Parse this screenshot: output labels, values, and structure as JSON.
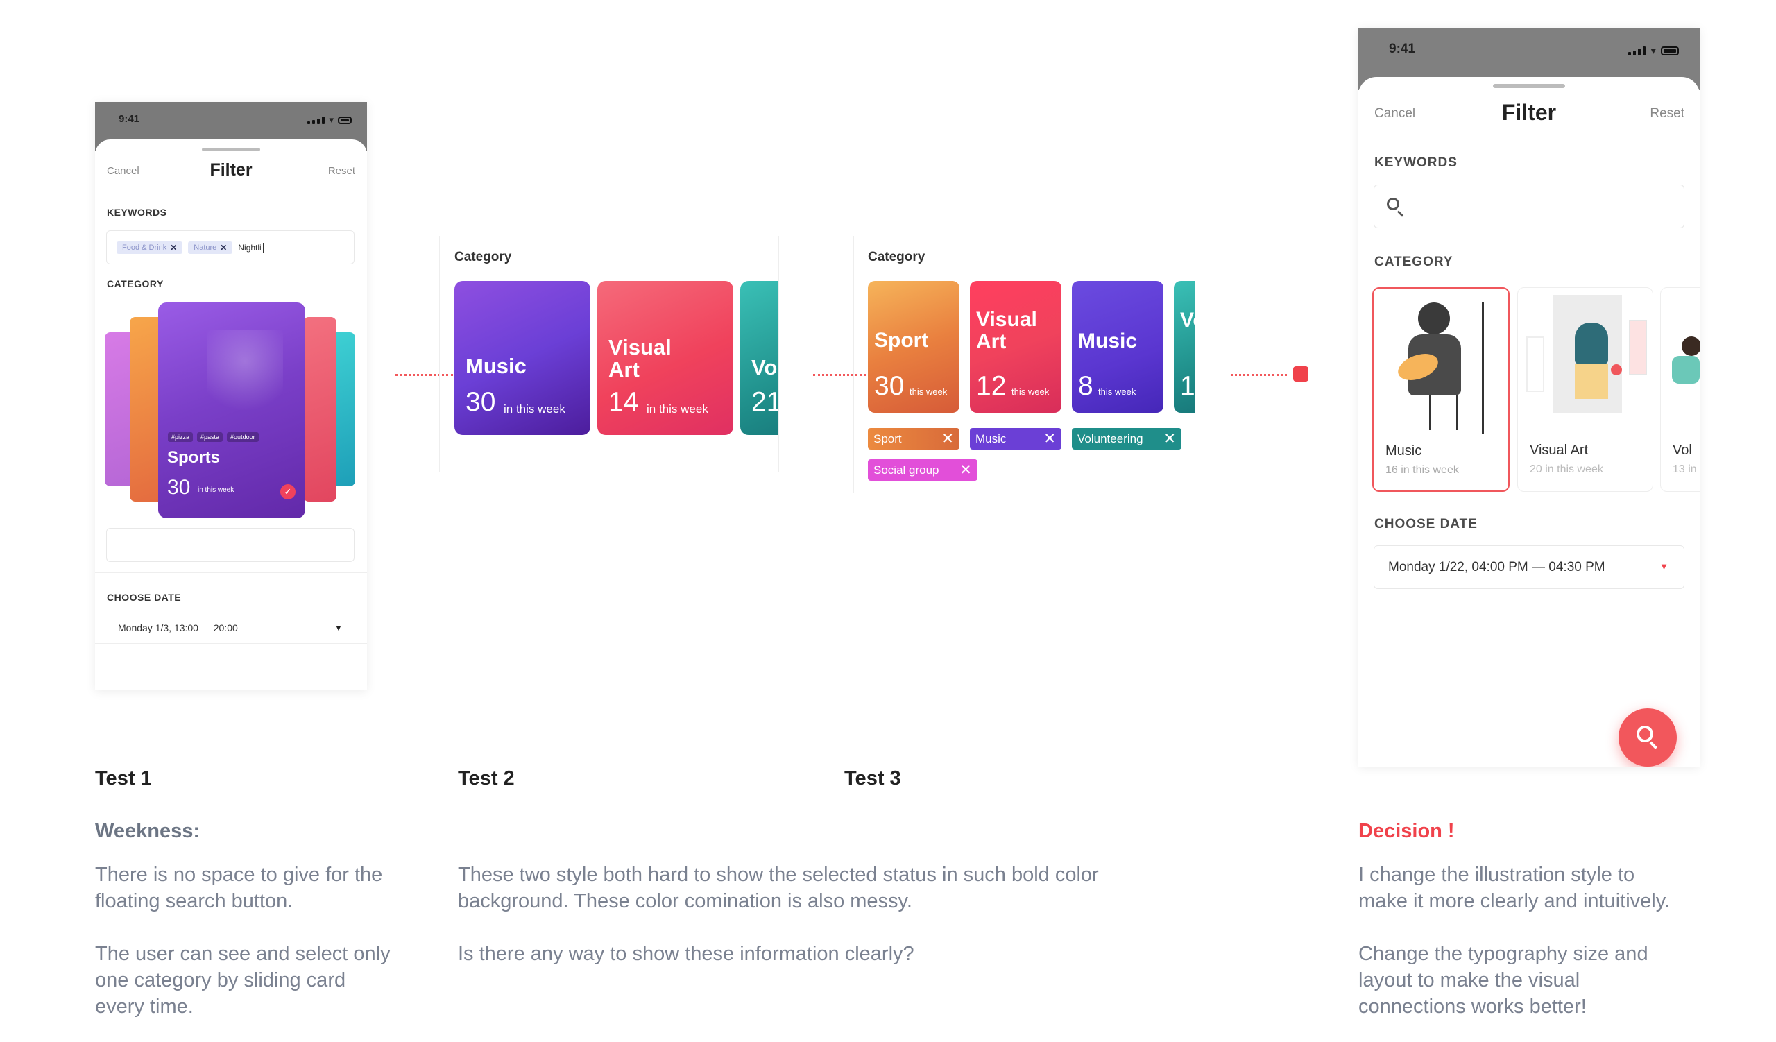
{
  "colors": {
    "accent": "#f2575c",
    "music": "#6b3fd6",
    "visual_art": "#f0425c",
    "volunteering": "#1f8e8a",
    "social_group": "#e24fd9",
    "text_gray": "#7a8190",
    "weakness_label": "#6c7584",
    "decision_label": "#f0424b"
  },
  "test1": {
    "status_time": "9:41",
    "cancel": "Cancel",
    "title": "Filter",
    "reset": "Reset",
    "keywords_label": "KEYWORDS",
    "keyword_chips": [
      "Food & Drink",
      "Nature"
    ],
    "keyword_input": "Nightli",
    "category_label": "CATEGORY",
    "card": {
      "hashtags": [
        "#pizza",
        "#pasta",
        "#outdoor"
      ],
      "name": "Sports",
      "count": "30",
      "count_suffix": "in this week"
    },
    "choose_date_label": "CHOOSE DATE",
    "date_value": "Monday 1/3, 13:00 — 20:00"
  },
  "test2": {
    "category_label": "Category",
    "cards": [
      {
        "name": "Music",
        "count": "30",
        "suffix": "in this week"
      },
      {
        "name": "Visual Art",
        "count": "14",
        "suffix": "in this week"
      },
      {
        "name": "Vo",
        "count": "21",
        "suffix": ""
      }
    ]
  },
  "test3": {
    "category_label": "Category",
    "cards": [
      {
        "name": "Sport",
        "count": "30",
        "suffix": "this week"
      },
      {
        "name": "Visual Art",
        "count": "12",
        "suffix": "this week"
      },
      {
        "name": "Music",
        "count": "8",
        "suffix": "this week"
      },
      {
        "name": "Ve",
        "count": "1",
        "suffix": ""
      }
    ],
    "tags": [
      "Sport",
      "Music",
      "Volunteering",
      "Social group"
    ]
  },
  "final": {
    "status_time": "9:41",
    "cancel": "Cancel",
    "title": "Filter",
    "reset": "Reset",
    "keywords_label": "KEYWORDS",
    "category_label": "CATEGORY",
    "cards": [
      {
        "name": "Music",
        "count": "16 in this week"
      },
      {
        "name": "Visual Art",
        "count": "20 in this week"
      },
      {
        "name": "Vol",
        "count": "13 in"
      }
    ],
    "choose_date_label": "CHOOSE DATE",
    "date_value": "Monday 1/22, 04:00 PM — 04:30 PM"
  },
  "captions": {
    "test1": "Test 1",
    "test2": "Test 2",
    "test3": "Test 3",
    "weakness": "Weekness:",
    "weakness_p1": "There is no space to give for the floating search button.",
    "weakness_p2": "The user can see and select only one category by sliding card every time.",
    "test23_p1": "These two style both hard to show the selected status in such bold color background. These color comination is also messy.",
    "test23_p2": "Is there any way to show these information clearly?",
    "decision": "Decision !",
    "decision_p1": "I change the illustration style to make it more clearly and intuitively.",
    "decision_p2": "Change the typography size and layout to make the visual connections works better!"
  }
}
